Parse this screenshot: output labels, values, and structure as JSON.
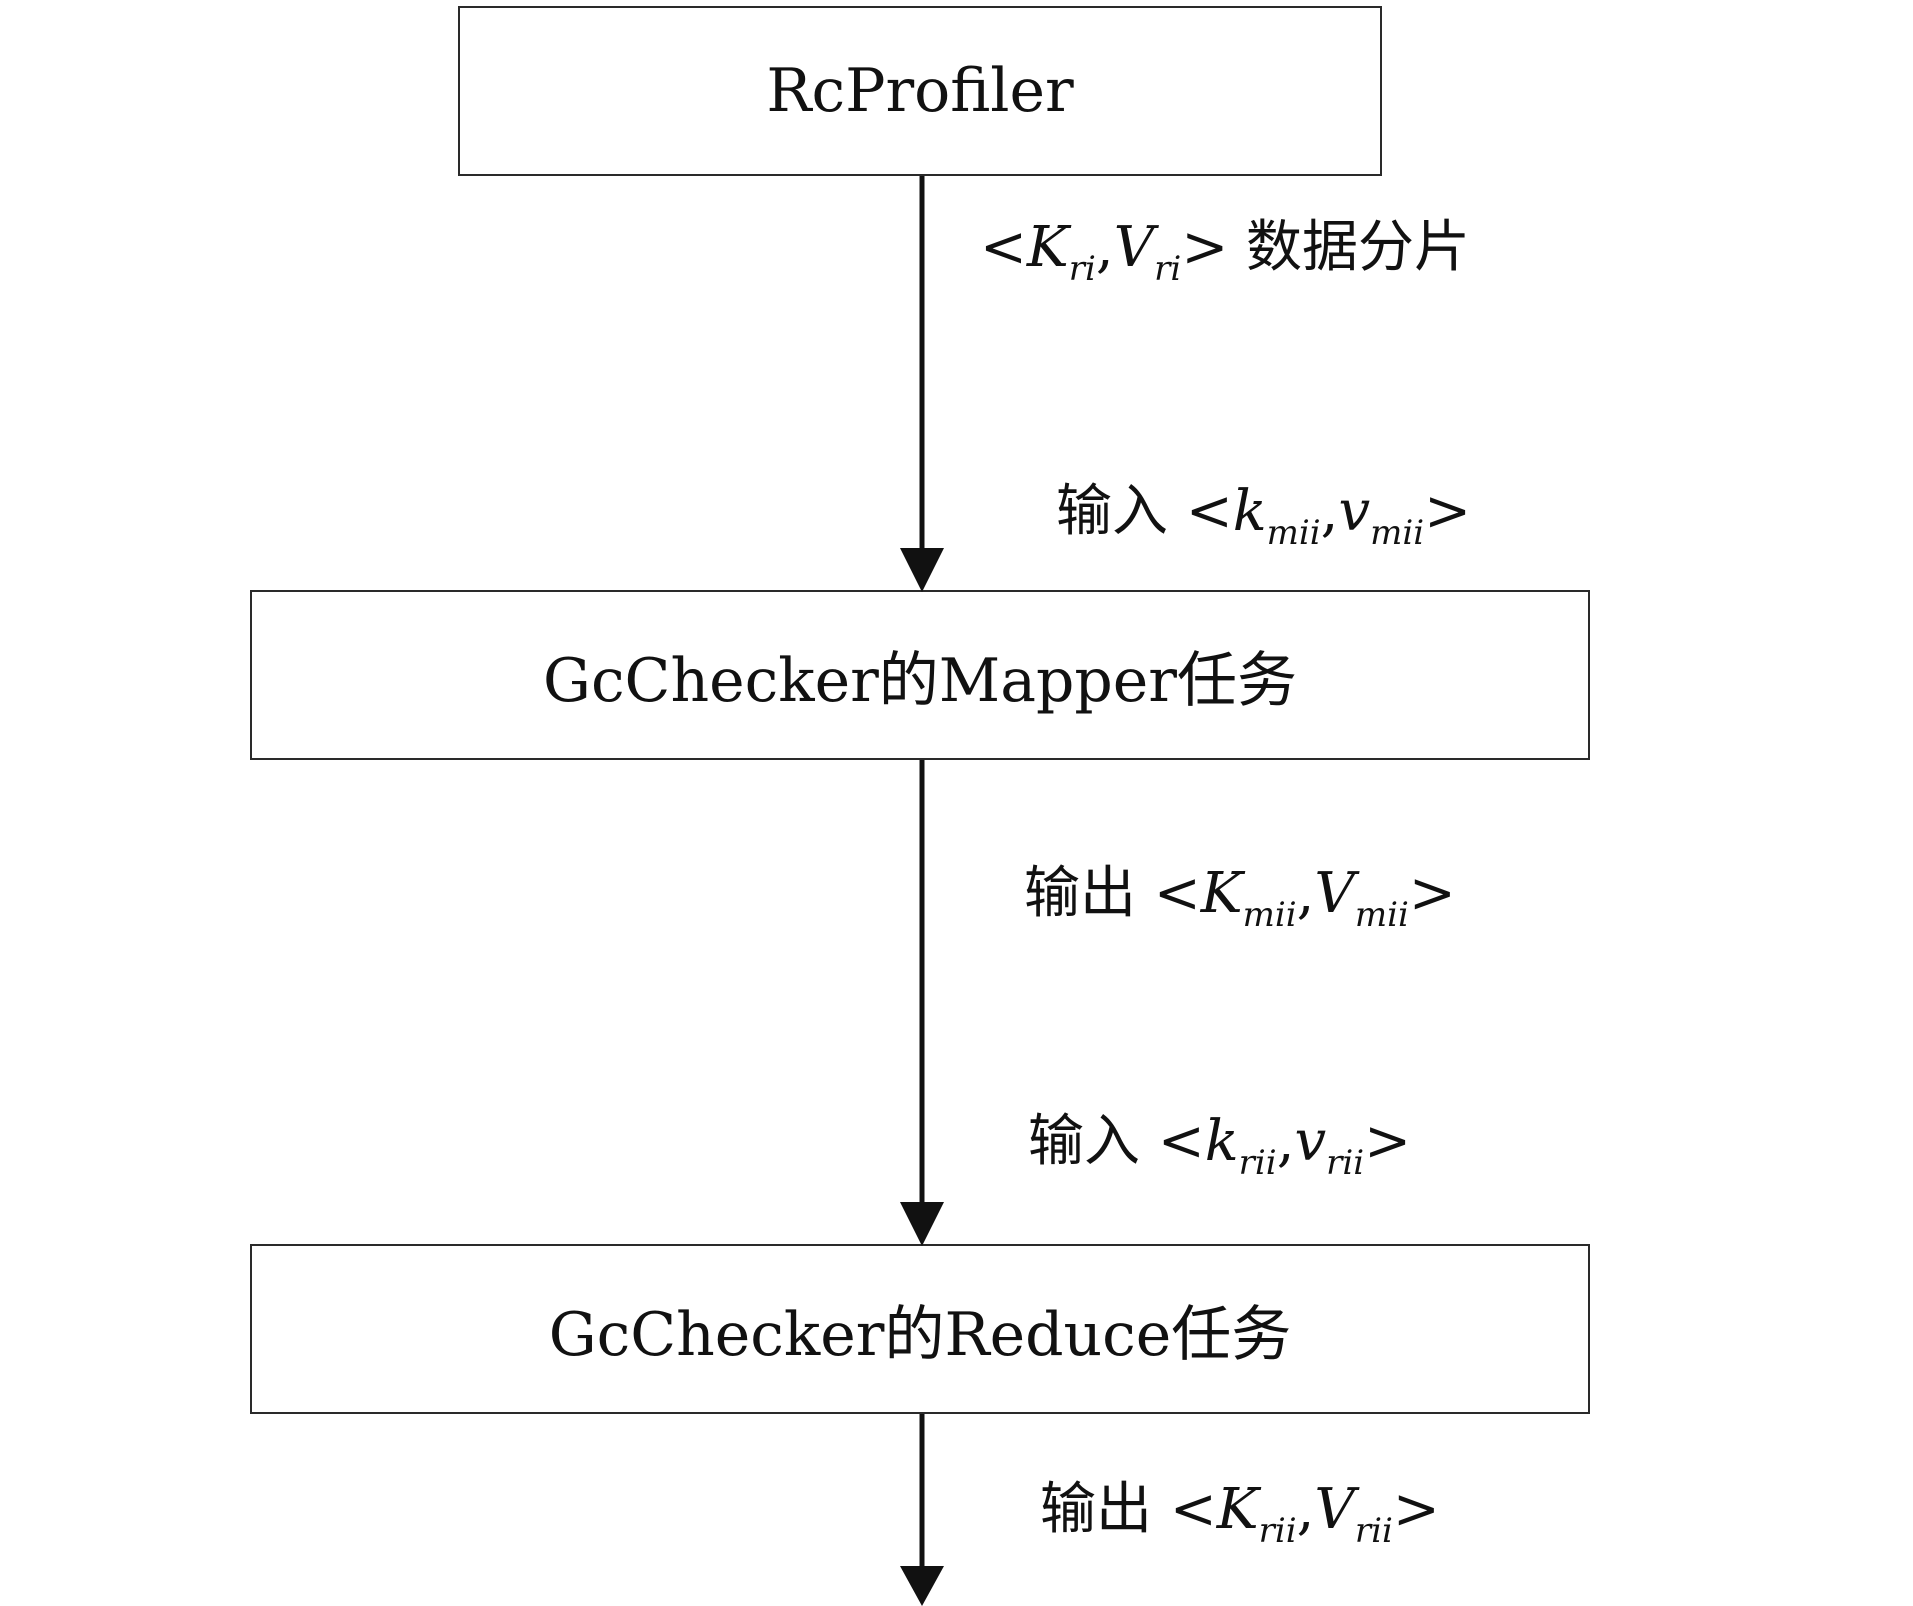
{
  "nodes": [
    {
      "label": "RcProfiler"
    },
    {
      "label": "GcChecker的Mapper任务"
    },
    {
      "label": "GcChecker的Reduce任务"
    }
  ],
  "edge_labels": [
    {
      "open": "<",
      "k": "K",
      "k_sub": "ri",
      "sep": ",",
      "v": "V",
      "v_sub": "ri",
      "close": ">",
      "suffix": " 数据分片"
    },
    {
      "prefix": "输入 ",
      "open": "<",
      "k": "k",
      "k_sub": "mii",
      "sep": ",",
      "v": "v",
      "v_sub": "mii",
      "close": ">"
    },
    {
      "prefix": "输出 ",
      "open": "<",
      "k": "K",
      "k_sub": "mii",
      "sep": ",",
      "v": "V",
      "v_sub": "mii",
      "close": ">"
    },
    {
      "prefix": "输入 ",
      "open": "<",
      "k": "k",
      "k_sub": "rii",
      "sep": ",",
      "v": "v",
      "v_sub": "rii",
      "close": ">"
    },
    {
      "prefix": "输出 ",
      "open": "<",
      "k": "K",
      "k_sub": "rii",
      "sep": ",",
      "v": "V",
      "v_sub": "rii",
      "close": ">"
    }
  ],
  "colors": {
    "line": "#111111",
    "border": "#2a2a2a"
  }
}
